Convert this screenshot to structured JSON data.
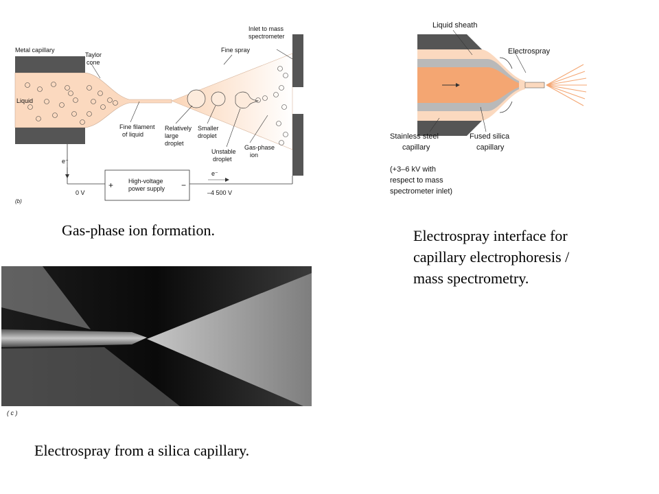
{
  "panel_b": {
    "metal_capillary": "Metal capillary",
    "taylor_cone_1": "Taylor",
    "taylor_cone_2": "cone",
    "liquid": "Liquid",
    "fine_filament_1": "Fine filament",
    "fine_filament_2": "of liquid",
    "large_droplet_1": "Relatively",
    "large_droplet_2": "large",
    "large_droplet_3": "droplet",
    "smaller_droplet_1": "Smaller",
    "smaller_droplet_2": "droplet",
    "unstable_droplet_1": "Unstable",
    "unstable_droplet_2": "droplet",
    "gas_phase_ion_1": "Gas-phase",
    "gas_phase_ion_2": "ion",
    "fine_spray": "Fine spray",
    "inlet_1": "Inlet to mass",
    "inlet_2": "spectrometer",
    "electron_left": "e⁻",
    "electron_right": "e⁻",
    "supply_1": "High-voltage",
    "supply_2": "power supply",
    "plus": "+",
    "minus": "−",
    "volts_left": "0 V",
    "volts_right": "–4 500 V",
    "panel_label": "(b)"
  },
  "panel_sheath": {
    "liquid_sheath": "Liquid sheath",
    "electrospray": "Electrospray",
    "stainless_1": "Stainless steel",
    "stainless_2": "capillary",
    "fused_1": "Fused silica",
    "fused_2": "capillary",
    "note_1": "(+3–6 kV with",
    "note_2": "respect to mass",
    "note_3": "spectrometer inlet)"
  },
  "panel_photo": {
    "panel_label": "( c )"
  },
  "captions": {
    "gas_phase": "Gas-phase ion formation.",
    "electrospray_1": "Electrospray interface for",
    "electrospray_2": "capillary electrophoresis /",
    "electrospray_3": "mass spectrometry.",
    "photo": "Electrospray from a silica capillary."
  },
  "colors": {
    "liquid": "#fbd9bf",
    "orange_core": "#f4a672",
    "metal": "#555555"
  }
}
